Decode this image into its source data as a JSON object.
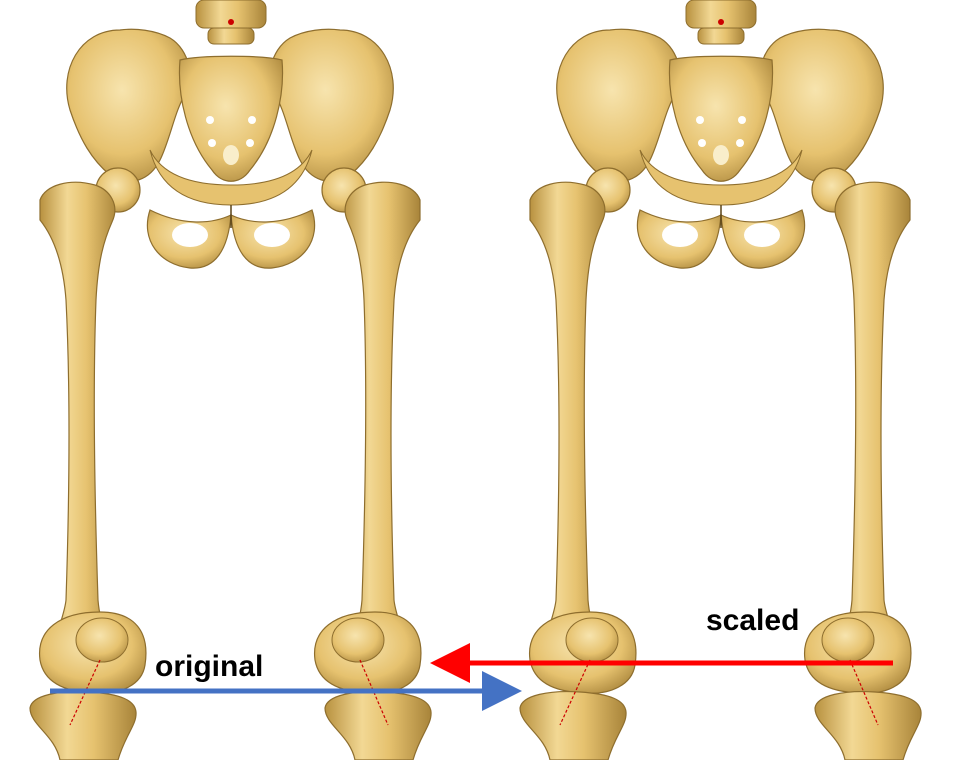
{
  "labels": {
    "original": "original",
    "scaled": "scaled"
  },
  "colors": {
    "bone": "#E6C26F",
    "bone_shadow": "#A8843A",
    "bone_highlight": "#F7E4AE",
    "original_arrow": "#4472C4",
    "scaled_arrow": "#FF0000",
    "axis_line": "#CC0000"
  },
  "figure": {
    "panels": [
      "original",
      "scaled"
    ],
    "description_icons": [
      "pelvis-icon",
      "femur-icon",
      "knee-icon",
      "tibia-icon"
    ]
  }
}
